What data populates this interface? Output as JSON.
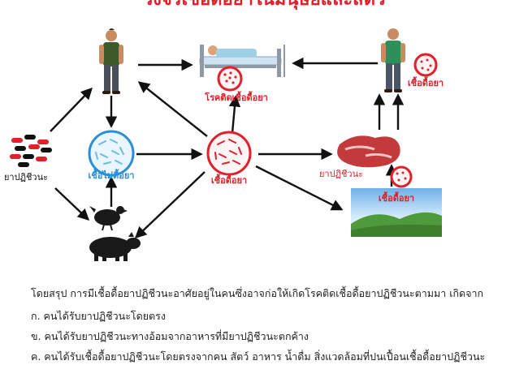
{
  "diagram": {
    "title": "วงจรเชื้อดื้อยาในมนุษย์และสัตว์",
    "nodes": {
      "antibiotic_left": "ยาปฏิชีวนะ",
      "susceptible_bacteria": "เชื้อไม่ดื้อยา",
      "resistant_bacteria_center": "เชื้อดื้อยา",
      "resistant_infection": "โรคติดเชื้อดื้อยา",
      "resistant_bacteria_right": "เชื้อดื้อยา",
      "antibiotic_food": "ยาปฏิชีวนะ",
      "resistant_bacteria_env": "เชื้อดื้อยา"
    },
    "colors": {
      "resistant": "#e0202a",
      "susceptible": "#2a8fd6",
      "arrow": "#111111"
    }
  },
  "summary": {
    "intro": "โดยสรุป การมีเชื้อดื้อยาปฏิชีวนะอาศัยอยู่ในคนซึ่งอาจก่อให้เกิดโรคติดเชื้อดื้อยาปฏิชีวนะตามมา เกิดจาก",
    "a": "ก. คนได้รับยาปฏิชีวนะโดยตรง",
    "b": "ข. คนได้รับยาปฏิชีวนะทางอ้อมจากอาหารที่มียาปฏิชีวนะตกค้าง",
    "c": "ค. คนได้รับเชื้อดื้อยาปฏิชีวนะโดยตรงจากคน สัตว์ อาหาร น้ำดื่ม สิ่งแวดล้อมที่ปนเปื้อนเชื้อดื้อยาปฏิชีวนะ"
  }
}
